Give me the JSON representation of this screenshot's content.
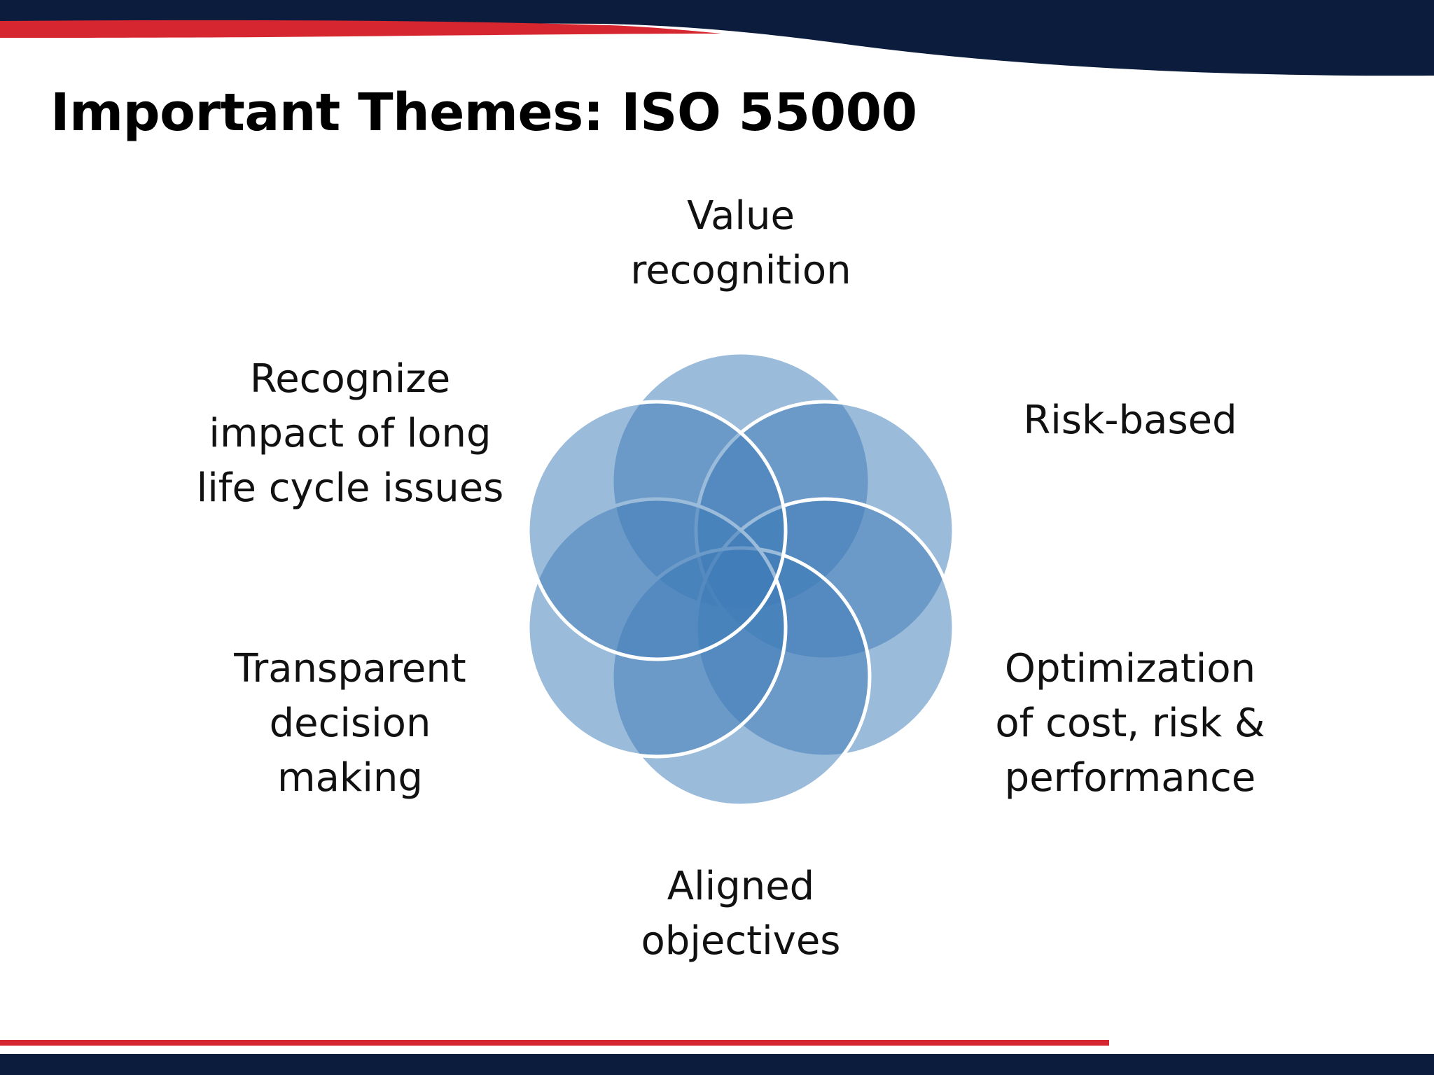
{
  "slide": {
    "title": "Important Themes: ISO 55000"
  },
  "themes": {
    "top": "Value\nrecognition",
    "upper_right": "Risk-based",
    "lower_right": "Optimization\nof cost, risk &\nperformance",
    "bottom": "Aligned\nobjectives",
    "lower_left": "Transparent\ndecision\nmaking",
    "upper_left": "Recognize\nimpact of long\nlife cycle issues"
  },
  "colors": {
    "navy": "#0b1c3c",
    "red": "#d6262f",
    "circle_fill": "#3f7db8",
    "circle_stroke": "#ffffff",
    "text": "#111111"
  }
}
